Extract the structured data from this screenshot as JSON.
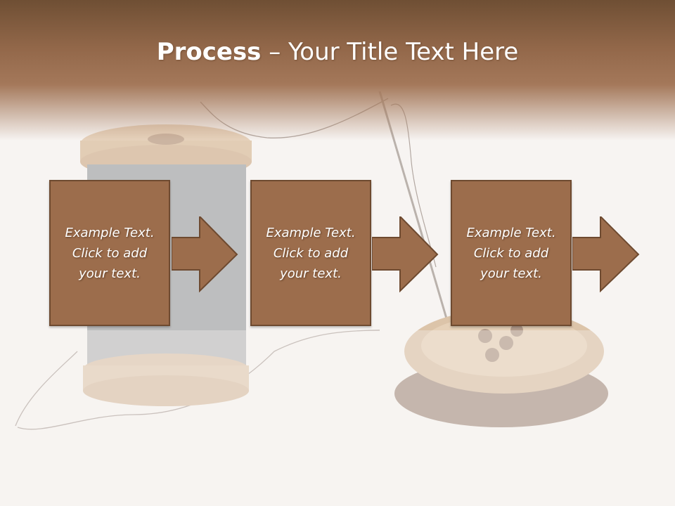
{
  "slide": {
    "title_bold": "Process",
    "title_rest": " – Your Title Text Here"
  },
  "steps": [
    {
      "text": "Example Text.\nClick  to add\nyour text."
    },
    {
      "text": "Example Text.\nClick  to add\nyour text."
    },
    {
      "text": "Example Text.\nClick  to add\nyour text."
    }
  ],
  "colors": {
    "header": "#93684a",
    "box_fill": "#9c6d4c",
    "box_border": "#6e4a30"
  },
  "icons": [
    "thread-spool-image",
    "needle-image",
    "button-image",
    "arrow-icon"
  ]
}
